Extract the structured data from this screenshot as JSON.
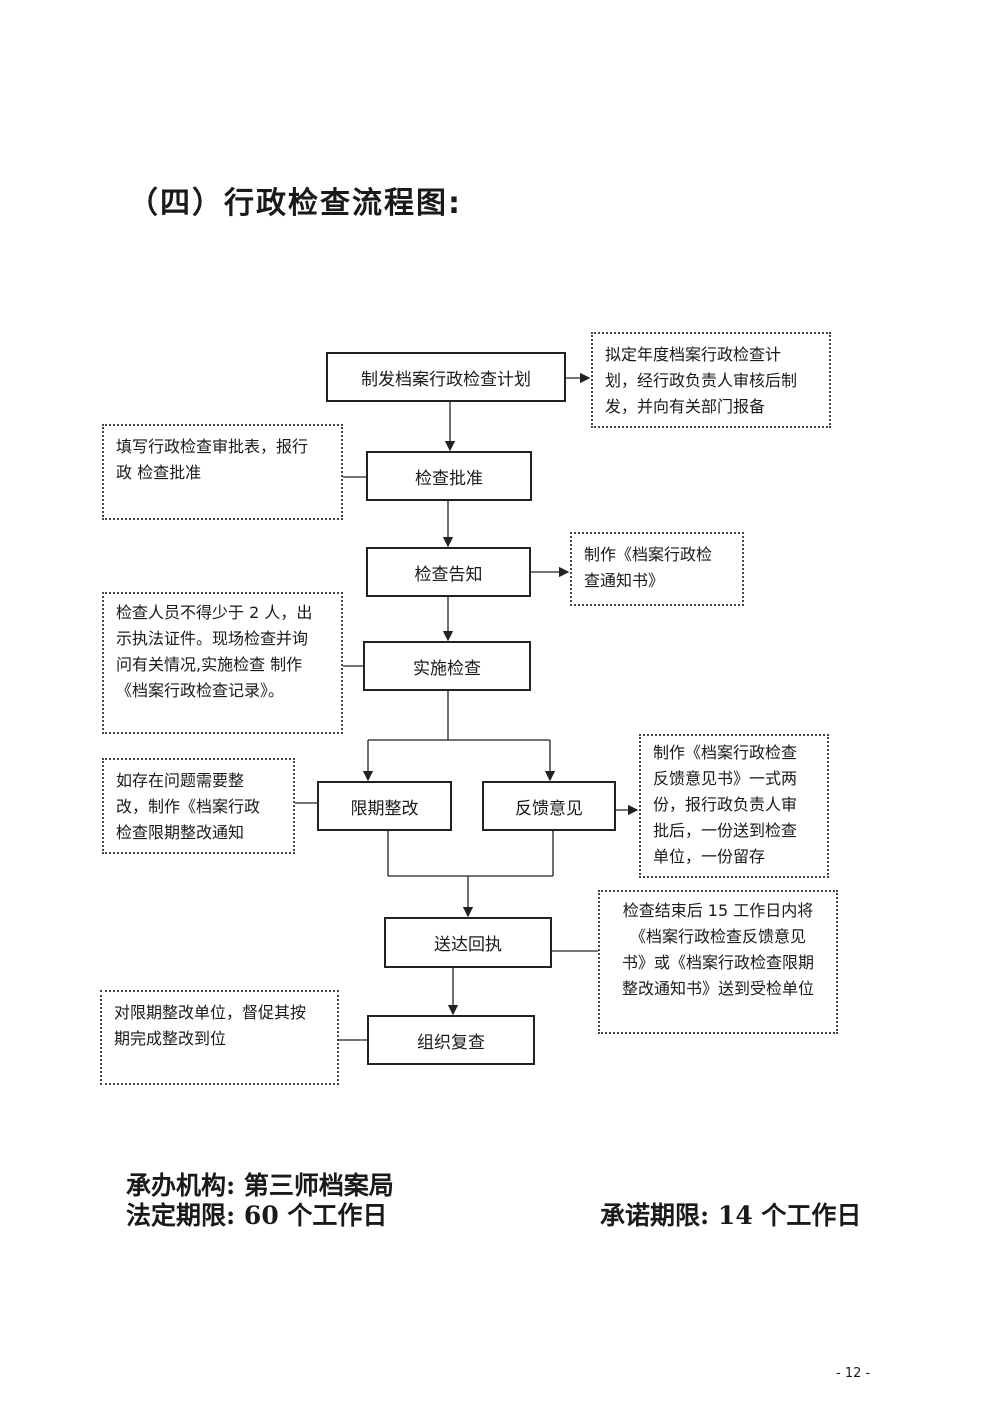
{
  "title": "（四）行政检查流程图:",
  "steps": {
    "plan": "制发档案行政检查计划",
    "approve": "检查批准",
    "notify": "检查告知",
    "implement": "实施检查",
    "rectify": "限期整改",
    "feedback": "反馈意见",
    "deliver": "送达回执",
    "recheck": "组织复查"
  },
  "notes": {
    "plan": [
      "拟定年度档案行政检查计",
      "划，经行政负责人审核后制",
      "发，并向有关部门报备"
    ],
    "approve": [
      "填写行政检查审批表，报行",
      "政  检查批准"
    ],
    "notify": [
      "制作《档案行政检",
      "查通知书》"
    ],
    "implement": [
      "检查人员不得少于 2 人，出",
      "示执法证件。现场检查并询",
      "问有关情况,实施检查  制作",
      "《档案行政检查记录》。"
    ],
    "rectify": [
      "如存在问题需要整",
      "改，制作《档案行政",
      "检查限期整改通知"
    ],
    "feedback": [
      "制作《档案行政检查",
      "反馈意见书》一式两",
      "份，报行政负责人审",
      "批后，一份送到检查",
      "单位，一份留存"
    ],
    "deliver": [
      "检查结束后 15 工作日内将",
      "《档案行政检查反馈意见",
      "书》或《档案行政检查限期",
      "整改通知书》送到受检单位"
    ],
    "recheck": [
      "对限期整改单位，督促其按",
      "期完成整改到位"
    ]
  },
  "footer": {
    "agency": "承办机构: 第三师档案局",
    "legal_period": "法定期限: 60 个工作日",
    "promised_period": "承诺期限: 14 个工作日"
  },
  "page_number": "- 12 -"
}
